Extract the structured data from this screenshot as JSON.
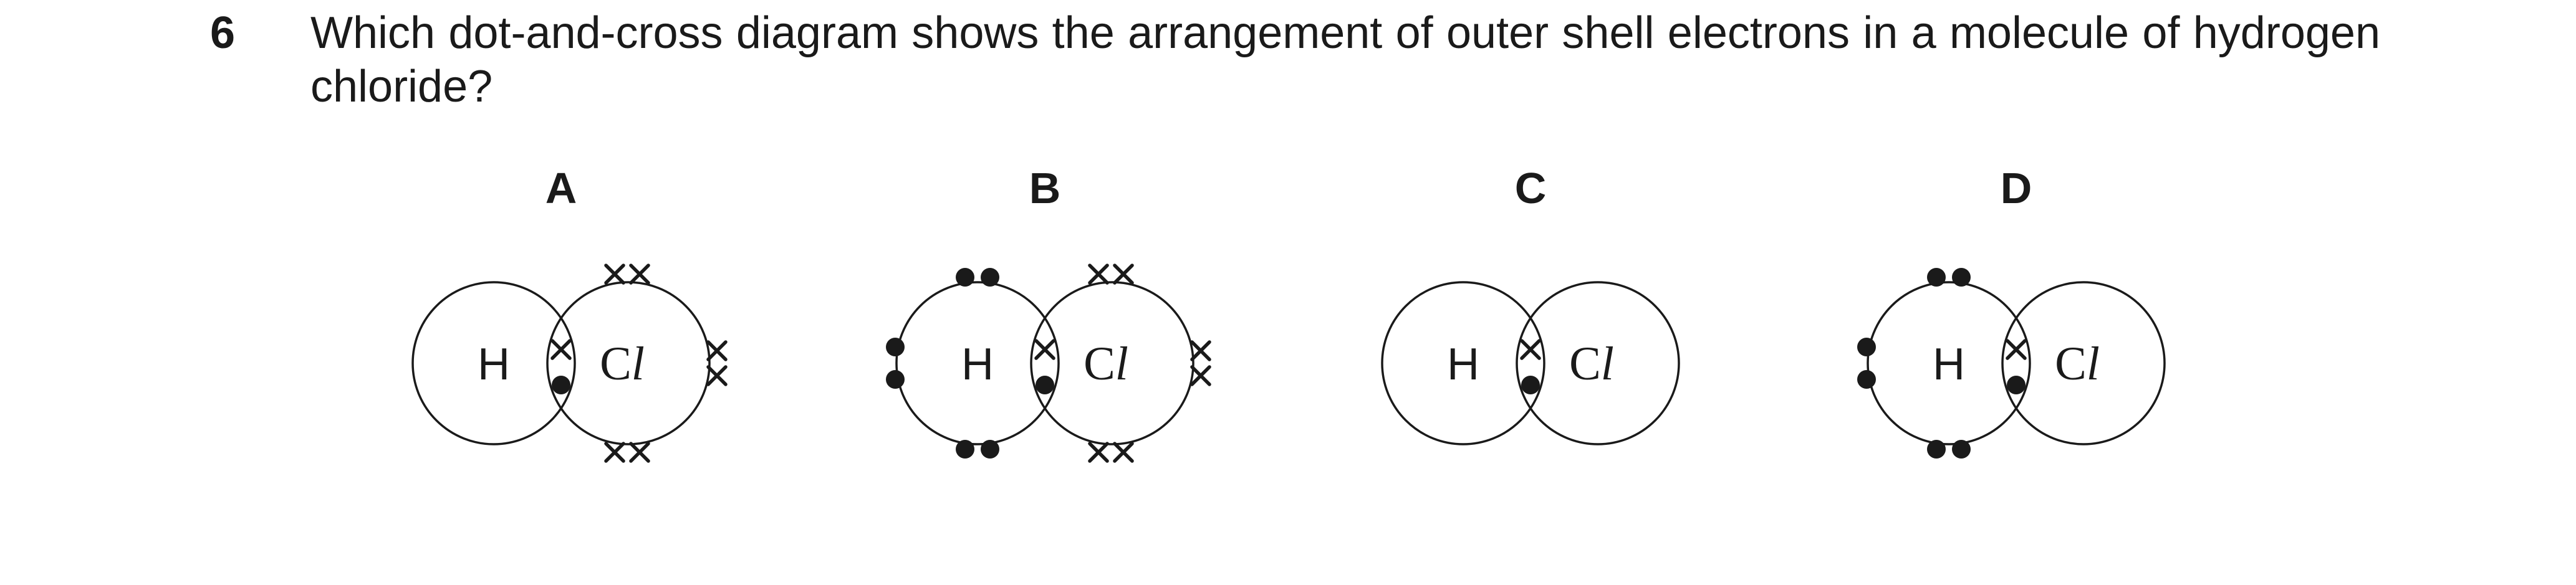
{
  "question": {
    "number": "6",
    "text": "Which dot-and-cross diagram shows the arrangement of outer shell electrons in a molecule of hydrogen chloride?"
  },
  "options": [
    {
      "label": "A",
      "hydrogen": "H",
      "chlorine_main": "C",
      "chlorine_ital": "l"
    },
    {
      "label": "B",
      "hydrogen": "H",
      "chlorine_main": "C",
      "chlorine_ital": "l"
    },
    {
      "label": "C",
      "hydrogen": "H",
      "chlorine_main": "C",
      "chlorine_ital": "l"
    },
    {
      "label": "D",
      "hydrogen": "H",
      "chlorine_main": "C",
      "chlorine_ital": "l"
    }
  ],
  "colors": {
    "ink": "#1a1a1a"
  }
}
